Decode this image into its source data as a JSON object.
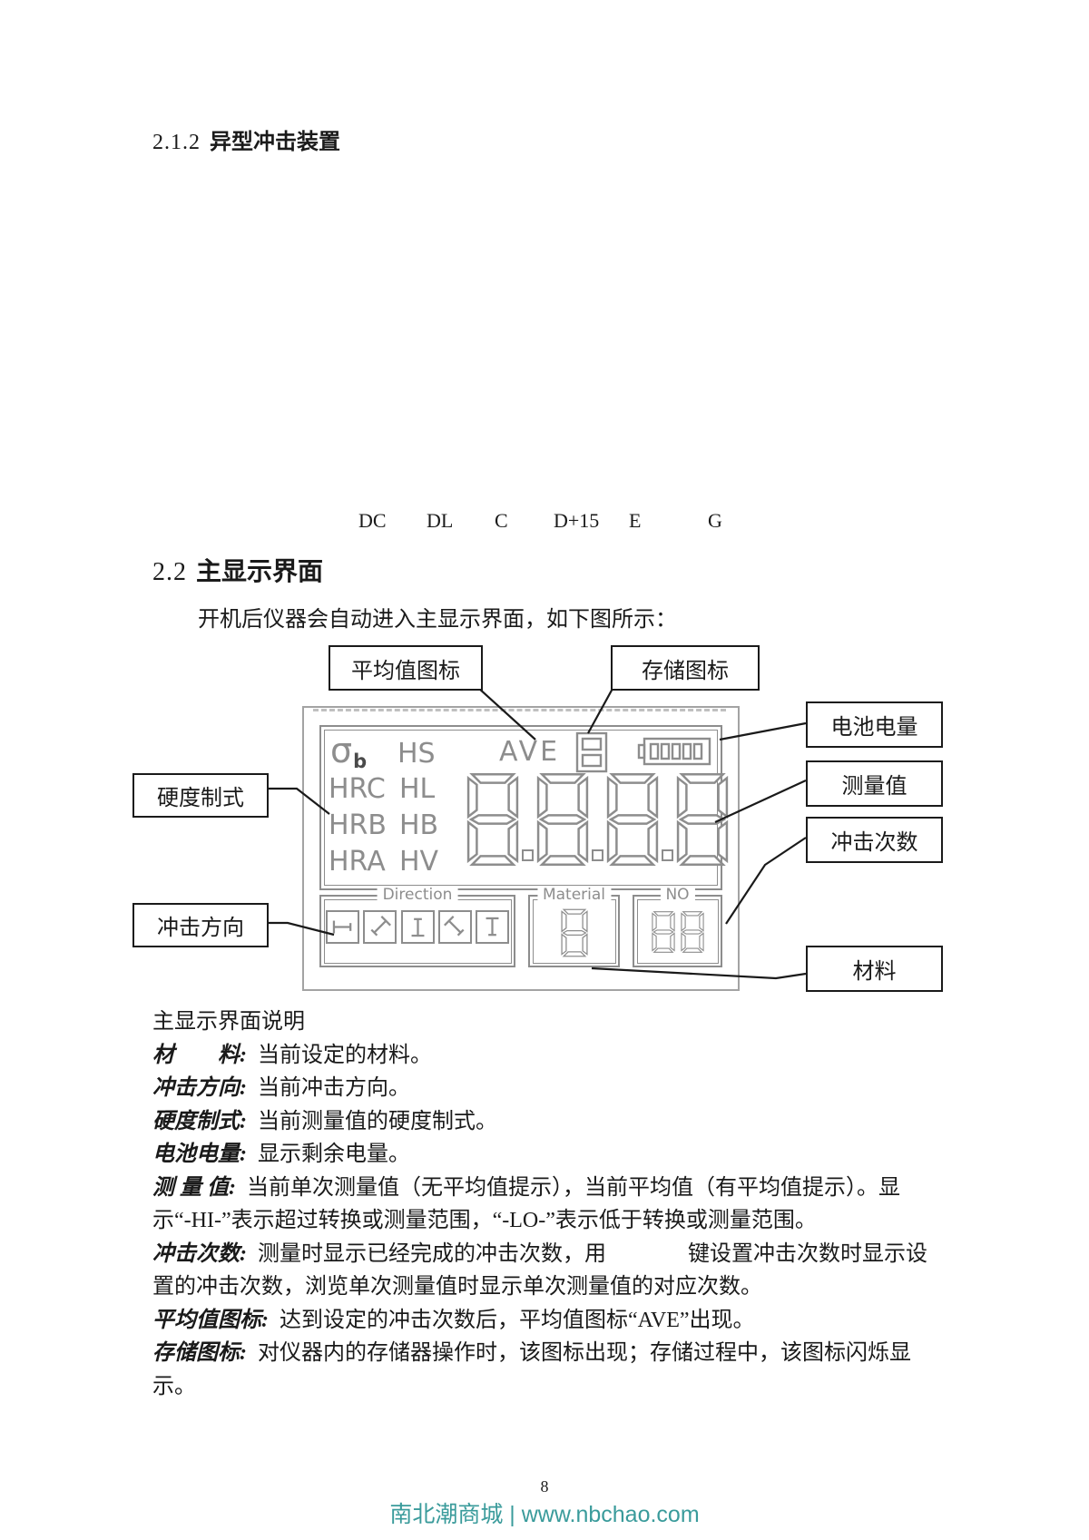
{
  "section_2_1_2": {
    "number": "2.1.2",
    "title": "异型冲击装置"
  },
  "probe_labels": [
    "DC",
    "DL",
    "C",
    "D+15",
    "E",
    "G"
  ],
  "section_2_2": {
    "number": "2.2",
    "title": "主显示界面",
    "intro": "开机后仪器会自动进入主显示界面，如下图所示："
  },
  "diagram": {
    "callouts": {
      "average_icon": "平均值图标",
      "storage_icon": "存储图标",
      "battery_level": "电池电量",
      "measurement_value": "测量值",
      "impact_count": "冲击次数",
      "material": "材料",
      "hardness_scale": "硬度制式",
      "impact_direction": "冲击方向"
    },
    "lcd": {
      "sigma": "σ",
      "sigma_sub": "b",
      "hs": "HS",
      "ave": "AVE",
      "scales": [
        "HRC",
        "HL",
        "HRB",
        "HB",
        "HRA",
        "HV"
      ],
      "direction_label": "Direction",
      "material_label": "Material",
      "no_label": "NO",
      "main_value": "8.8.8.8",
      "material_value": "8",
      "no_value": "88",
      "icons": {
        "storage": "storage-icon",
        "battery": "battery-icon",
        "direction": [
          "direction-right-icon",
          "direction-diagonal-down-left-icon",
          "direction-up-icon",
          "direction-diagonal-down-right-icon",
          "direction-down-icon"
        ]
      },
      "lcd_color": "#8d8d8d"
    }
  },
  "description": {
    "heading": "主显示界面说明",
    "material": {
      "label": "材　　料:",
      "text": "当前设定的材料。"
    },
    "impact_direction": {
      "label": "冲击方向:",
      "text": "当前冲击方向。"
    },
    "hardness_scale": {
      "label": "硬度制式:",
      "text": "当前测量值的硬度制式。"
    },
    "battery": {
      "label": "电池电量:",
      "text": "显示剩余电量。"
    },
    "measurement": {
      "label": "测 量 值:",
      "text": "当前单次测量值（无平均值提示），当前平均值（有平均值提示）。显示“-HI-”表示超过转换或测量范围，“-LO-”表示低于转换或测量范围。"
    },
    "impact_count": {
      "label": "冲击次数:",
      "text_before_key": "测量时显示已经完成的冲击次数，用",
      "text_after_key": "键设置冲击次数时显示设置的冲击次数，浏览单次测量值时显示单次测量值的对应次数。"
    },
    "average_icon": {
      "label": "平均值图标:",
      "text": "达到设定的冲击次数后，平均值图标“AVE”出现。"
    },
    "storage_icon": {
      "label": "存储图标:",
      "text": "对仪器内的存储器操作时，该图标出现；存储过程中，该图标闪烁显示。"
    }
  },
  "page": {
    "number": "8",
    "footer_text": "南北潮商城 | www.nbchao.com",
    "footer_color": "#3a9b9b"
  }
}
